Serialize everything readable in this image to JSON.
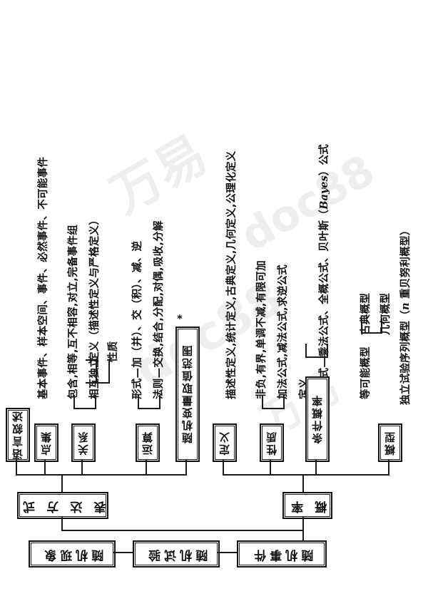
{
  "document": {
    "kind": "hand-drawn probability-theory tree diagram (scanned, page printed sideways/upside-down)",
    "language": "zh-CN"
  },
  "root_chain": {
    "nodes": [
      {
        "label": "随机现象"
      },
      {
        "label": "随机试验"
      },
      {
        "label": "随机事件"
      }
    ]
  },
  "level2": {
    "nodes": [
      {
        "label": "表 达 方 式"
      },
      {
        "label": "概 率"
      }
    ]
  },
  "level3": {
    "left_group_title": "表达方式",
    "right_group_title": "概率",
    "nodes": [
      {
        "label": "语言叙述",
        "group": "left"
      },
      {
        "label": "点集",
        "group": "left"
      },
      {
        "label": "关系",
        "group": "left"
      },
      {
        "label": "运算",
        "group": "left"
      },
      {
        "label": "随机变量取值范围",
        "group": "left",
        "marker": "*"
      },
      {
        "label": "定义",
        "group": "right"
      },
      {
        "label": "性质",
        "group": "right"
      },
      {
        "label": "条件概率",
        "group": "right"
      },
      {
        "label": "概型",
        "group": "right"
      }
    ]
  },
  "branches": [
    {
      "parent": "语言叙述",
      "text": "基本事件、样本空间、事件、必然事件、不可能事件",
      "lead": "—"
    },
    {
      "parent": "关系",
      "text": "包含,相等,互不相容,对立,完备事件组"
    },
    {
      "parent": "关系",
      "text": "定义（描述性定义与严格定义）",
      "sub_of": "相互独立"
    },
    {
      "parent": "关系",
      "text": "性质",
      "sub_of": "相互独立"
    },
    {
      "parent": "关系",
      "text": "相互独立"
    },
    {
      "parent": "运算",
      "text": "形式—加（并）、交（积）、减、逆"
    },
    {
      "parent": "运算",
      "text": "法则—交换,结合,分配,对偶,吸收,分解"
    },
    {
      "parent": "定义",
      "text": "描述性定义,统计定义,古典定义,几何定义,公理化定义",
      "lead": "—"
    },
    {
      "parent": "性质",
      "text": "非负,有界,单调不减,有限可加"
    },
    {
      "parent": "性质",
      "text": "加法公式,减法公式,求逆公式"
    },
    {
      "parent": "条件概率",
      "text": "定义"
    },
    {
      "parent": "条件概率",
      "text": "三公式—乘法公式、全概公式、贝叶斯（Bayes）公式",
      "italic_token": "Bayes"
    },
    {
      "parent": "概型",
      "text": "等可能概型"
    },
    {
      "parent": "概型",
      "text": "古典概型",
      "sub_of": "等可能概型"
    },
    {
      "parent": "概型",
      "text": "几何概型",
      "sub_of": "等可能概型"
    },
    {
      "parent": "概型",
      "text": "独立试验序列概型（n 重贝努利概型）",
      "italic_token": "n"
    }
  ],
  "leaf_labels": {
    "l_basic_events": "基本事件、样本空间、事件、必然事件、不可能事件",
    "l_relations": "包含,相等,互不相容,对立,完备事件组",
    "l_indep_def": "定义（描述性定义与严格定义）",
    "l_indep_prop": "性质",
    "l_indep": "相互独立",
    "l_op_form": "形式—加（并）、交（积）、减、逆",
    "l_op_law": "法则—交换,结合,分配,对偶,吸收,分解",
    "l_def_kinds": "描述性定义,统计定义,古典定义,几何定义,公理化定义",
    "l_prop_basic": "非负,有界,单调不减,有限可加",
    "l_prop_formula": "加法公式,减法公式,求逆公式",
    "l_cond_def": "定义",
    "l_cond_three_a": "三公式—乘法公式、全概公式、贝叶斯（",
    "l_cond_three_i": "Bayes",
    "l_cond_three_b": "）公式",
    "l_model_equal": "等可能概型",
    "l_model_classic": "古典概型",
    "l_model_geom": "几何概型",
    "l_model_bern_a": "独立试验序列概型（",
    "l_model_bern_i": "n",
    "l_model_bern_b": " 重贝努利概型）"
  },
  "markers": {
    "asterisk": "*"
  },
  "watermark": {
    "text": "万易",
    "text2": "doc88"
  },
  "colors": {
    "ink": "#111111",
    "paper": "#ffffff"
  }
}
